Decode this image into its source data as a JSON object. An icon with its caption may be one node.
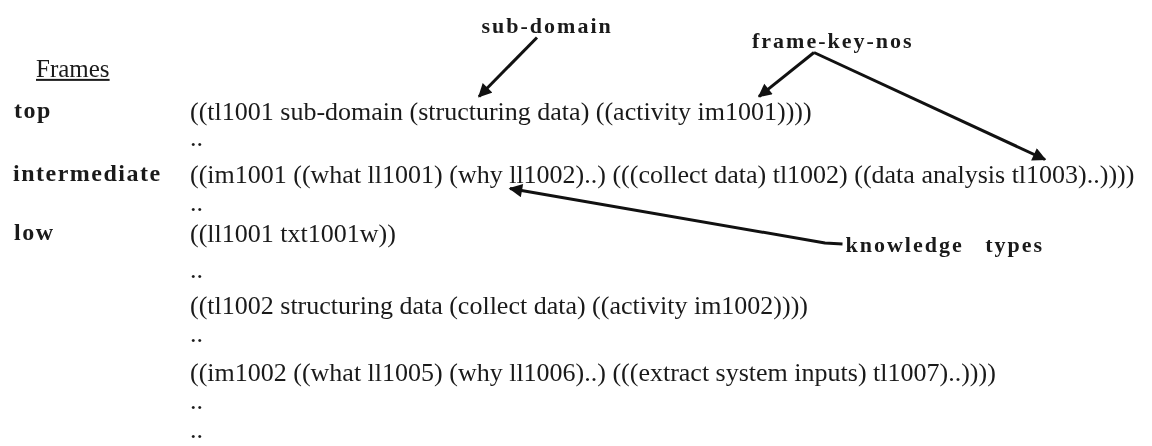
{
  "diagram": {
    "nodes": [
      {
        "text": [
          "sub-domain"
        ]
      },
      {
        "text": [
          "frame-key-nos"
        ]
      },
      {
        "text": [
          "((tl1001 sub-domain (structuring data) ((activity im1001))))"
        ]
      },
      {
        "text": [
          "((im1001 ((what ll1001) (why ll1002)..) (((collect data) tl1002) ((data analysis tl1003)..))))"
        ]
      },
      {
        "text": [
          "knowledge types"
        ]
      },
      {
        "text": [
          "((ll1001 txt1001w))"
        ]
      },
      {
        "text": [
          "((tl1002 structuring data (collect data) ((activity im1002))))"
        ]
      },
      {
        "text": [
          "((im1002 ((what ll1005) (why ll1006)..) (((extract system inputs) tl1007)..))))"
        ]
      }
    ],
    "edges": [
      {
        "from": 0,
        "to": 2,
        "arrow": "to"
      },
      {
        "from": 1,
        "to": 2,
        "arrow": "to"
      },
      {
        "from": 1,
        "to": 3,
        "arrow": "to"
      },
      {
        "from": 4,
        "to": 3,
        "arrow": "to"
      }
    ],
    "labels": [
      "Frames",
      "top",
      "..",
      "intermediate",
      "..",
      "low",
      "..",
      "..",
      "..",
      ".."
    ]
  }
}
